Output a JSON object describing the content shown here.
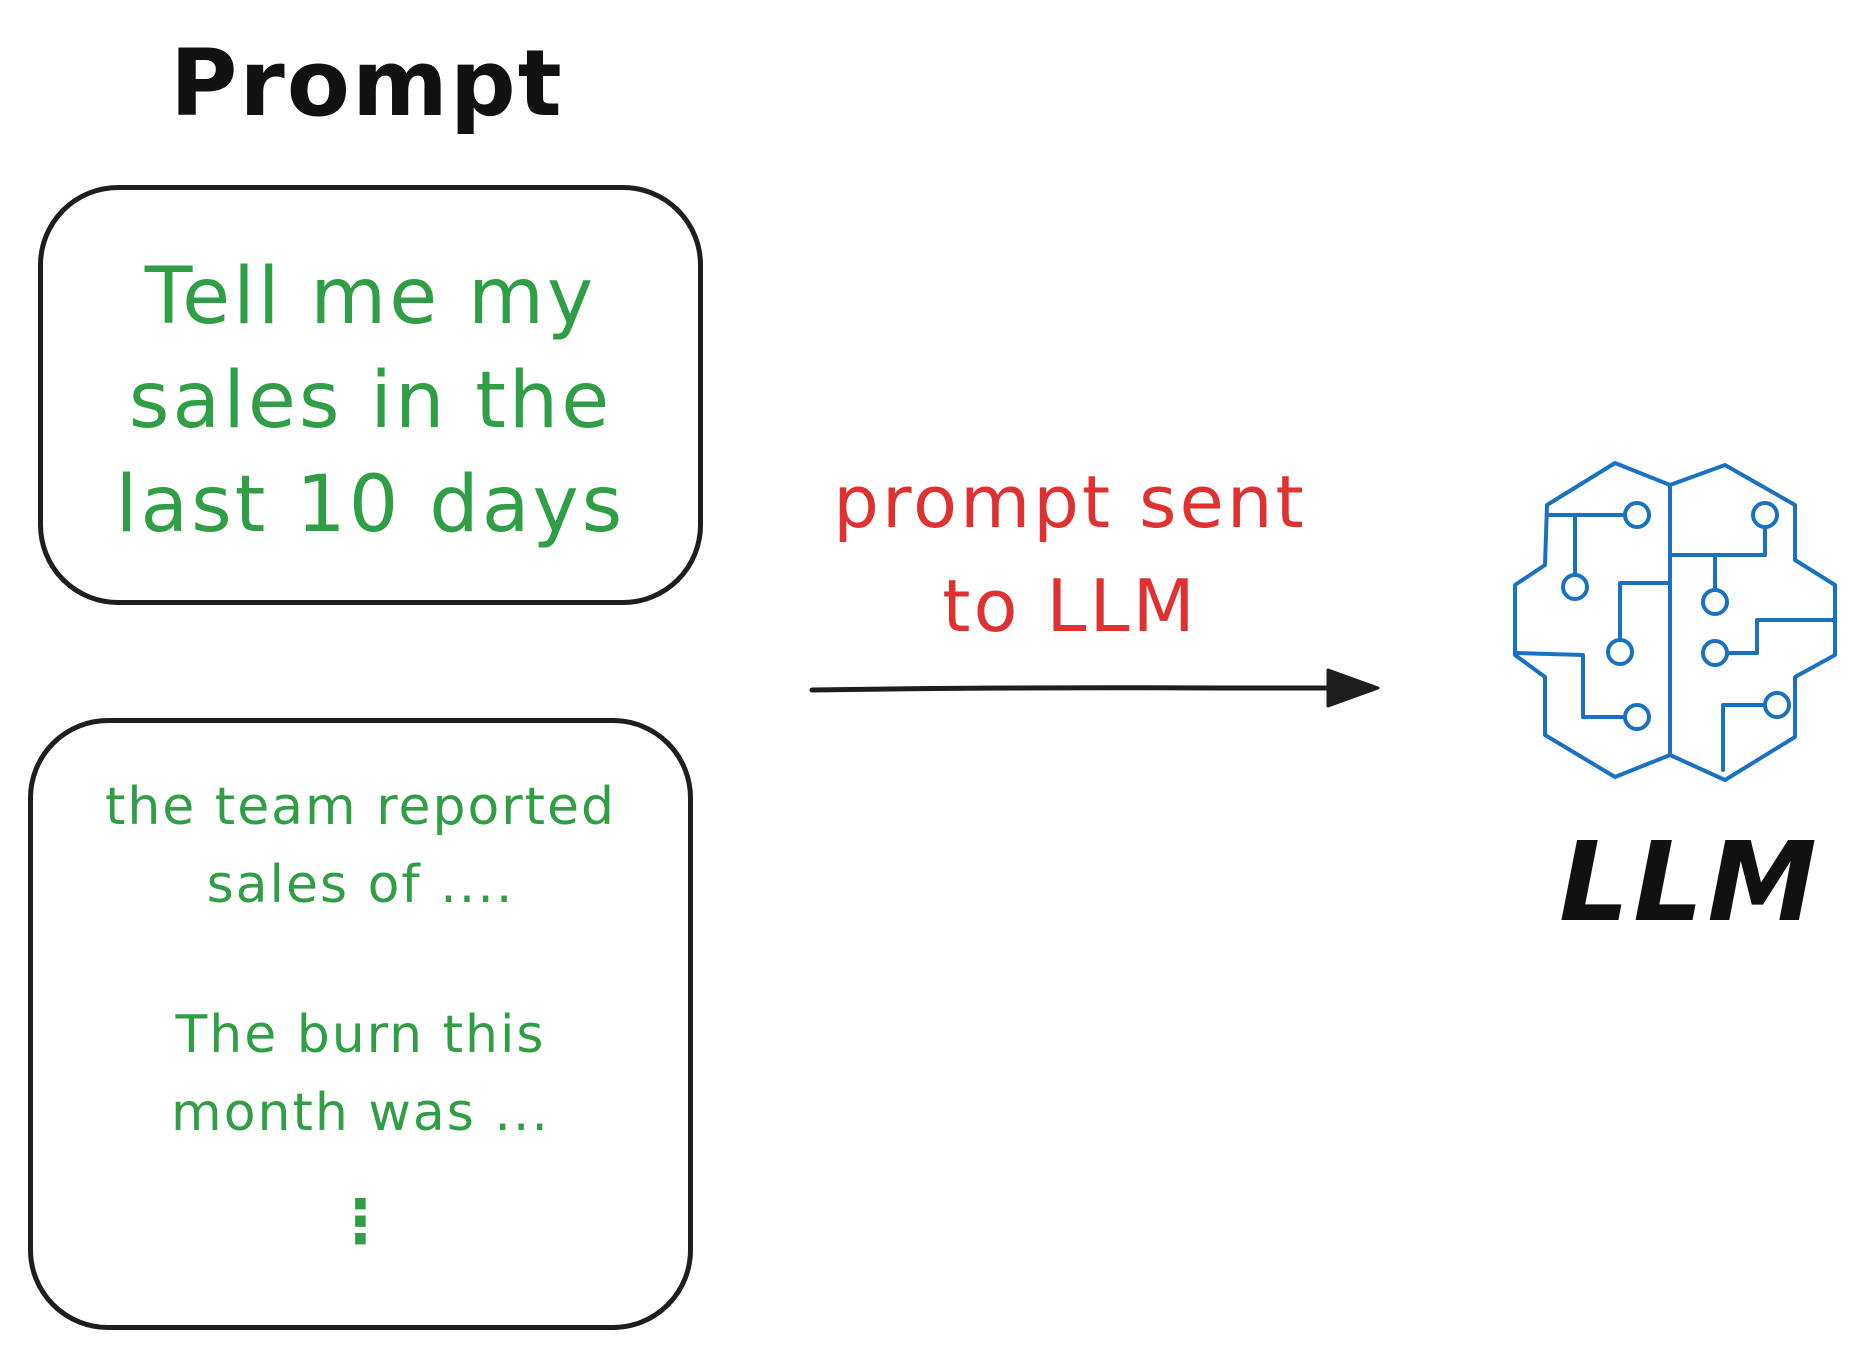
{
  "diagram": {
    "prompt_heading": "Prompt",
    "query_box": {
      "text": "Tell me my sales in the last 10 days"
    },
    "context_box": {
      "lines": [
        "the team reported",
        "sales of ....",
        "The burn this",
        "month was ...",
        "⋮"
      ]
    },
    "arrow_label": {
      "line1": "prompt sent",
      "line2": "to LLM"
    },
    "llm_heading": "LLM",
    "llm_icon": "circuit-brain-icon"
  },
  "colors": {
    "box_text": "#2f9e44",
    "arrow_label": "#e03131",
    "llm_icon": "#1971c2",
    "stroke": "#1e1e1e"
  }
}
